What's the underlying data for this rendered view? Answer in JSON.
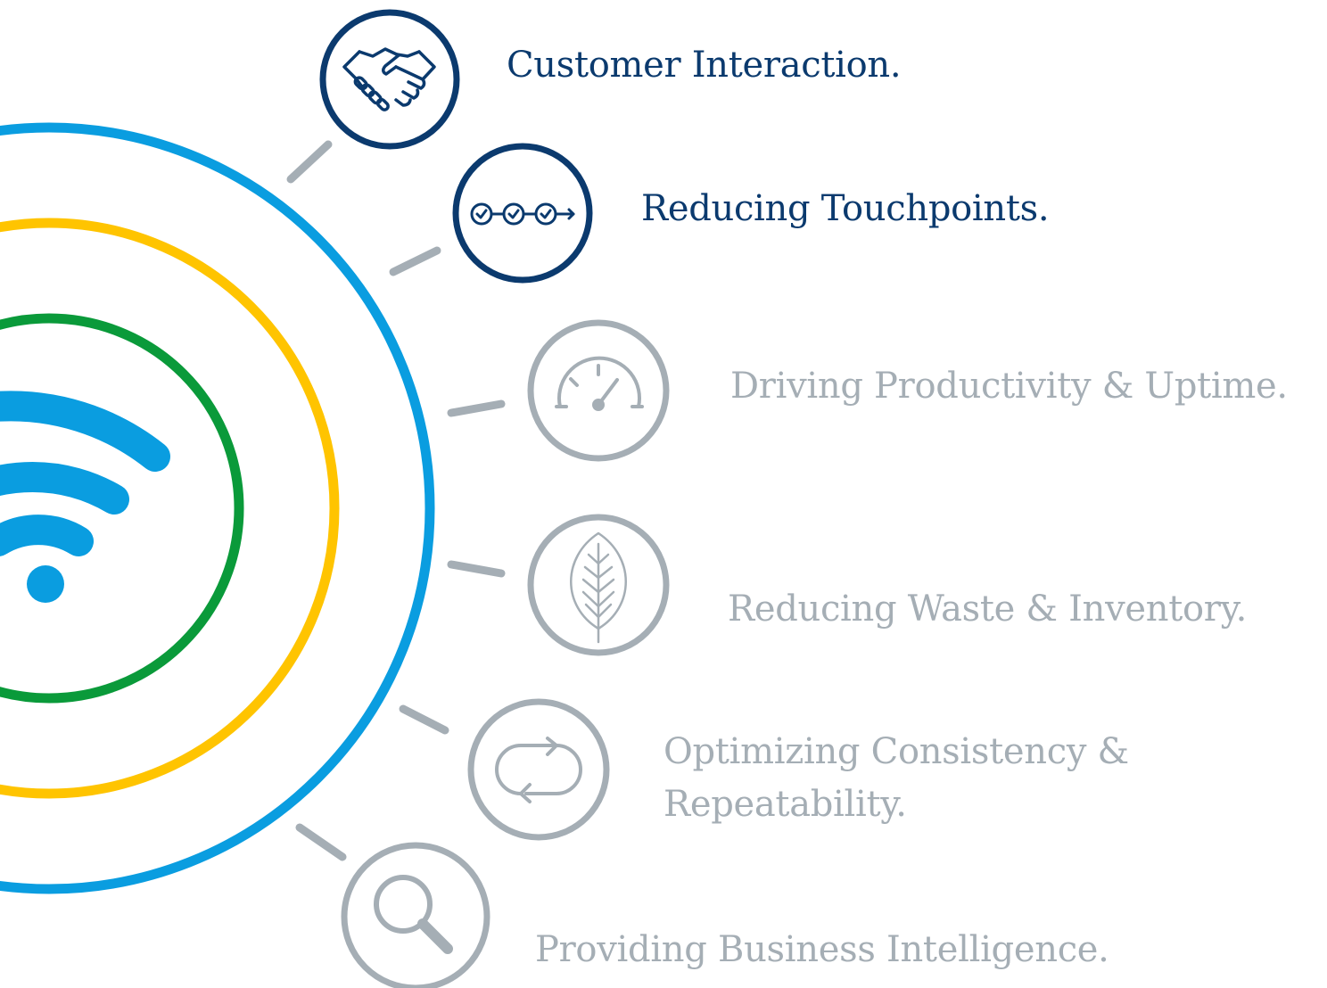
{
  "colors": {
    "ring_blue": "#0a9de0",
    "ring_yellow": "#ffc400",
    "ring_green": "#0a9a3a",
    "wifi": "#0a9de0",
    "active_navy": "#0b3a6e",
    "inactive_gray": "#a5aeb5",
    "connector_gray": "#a5aeb5"
  },
  "center": {
    "icon": "wifi-icon"
  },
  "items": [
    {
      "icon": "handshake-icon",
      "label": "Customer Interaction.",
      "state": "active"
    },
    {
      "icon": "touchpoints-icon",
      "label": "Reducing Touchpoints.",
      "state": "active"
    },
    {
      "icon": "speedometer-icon",
      "label": "Driving Productivity & Uptime.",
      "state": "inactive"
    },
    {
      "icon": "leaf-icon",
      "label": "Reducing Waste & Inventory.",
      "state": "inactive"
    },
    {
      "icon": "loop-icon",
      "label_line1": "Optimizing Consistency &",
      "label_line2": "Repeatability.",
      "state": "inactive"
    },
    {
      "icon": "magnifier-icon",
      "label": "Providing Business Intelligence.",
      "state": "inactive"
    }
  ]
}
